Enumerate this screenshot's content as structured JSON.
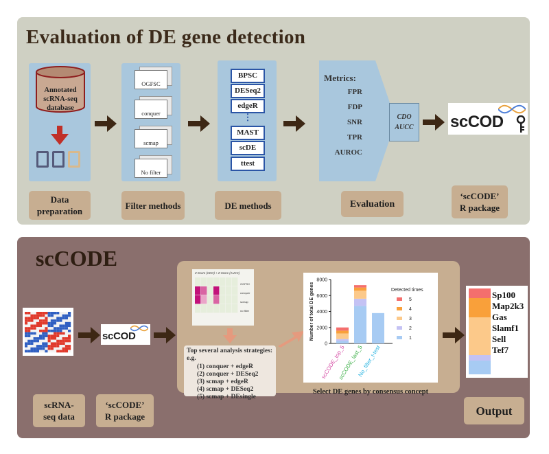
{
  "top_panel": {
    "title": "Evaluation of DE gene detection",
    "database_label": "Annotated scRNA-seq database",
    "filter_items": [
      "OGFSC",
      "conquer",
      "scmap",
      "No filter"
    ],
    "de_methods": [
      "BPSC",
      "DESeq2",
      "edgeR",
      "⋮",
      "MAST",
      "scDE",
      "ttest"
    ],
    "metrics_header": "Metrics:",
    "metrics": [
      "FPR",
      "FDP",
      "SNR",
      "TPR",
      "AUROC"
    ],
    "cdo_label": "CDO",
    "aucc_label": "AUCC",
    "logo_text": "scCOD",
    "stage_labels": {
      "data_preparation": "Data preparation",
      "filter_methods": "Filter methods",
      "de_methods": "DE methods",
      "evaluation": "Evaluation",
      "package": "‘scCODE’ R package"
    }
  },
  "bottom_panel": {
    "title": "scCODE",
    "logo_text": "scCOD",
    "heatmap_title": "Z-Score (CDO) + Z-Score (AUCC)",
    "heatmap_rows": [
      "OGFSC",
      "conquer",
      "scmap",
      "no filter"
    ],
    "strategies_header": "Top several analysis strategies:",
    "strategies_eg": "e.g.",
    "strategies": [
      "(1) conquer + edgeR",
      "(2) conquer + DESeq2",
      "(3) scmap + edgeR",
      "(4) scmap + DESeq2",
      "(5) scmap + DEsingle"
    ],
    "consensus_caption": "Select DE genes by consensus concept",
    "output_genes": [
      "Sp100",
      "Map2k3",
      "Gas",
      "Slamf1",
      "Sell",
      "Tef7"
    ],
    "stage_labels": {
      "scrna_data": "scRNA-seq data",
      "package": "‘scCODE’ R package",
      "output": "Output"
    }
  },
  "colors": {
    "top_panel_bg": "#cfd0c3",
    "bottom_panel_bg": "#8a6f6d",
    "blue_box": "#a9c7dd",
    "tan_label": "#c7ae91",
    "arrow": "#3d2714",
    "de_border": "#2b55a6",
    "detected_5": "#f46f6d",
    "detected_4": "#f9a03a",
    "detected_3": "#fcc98a",
    "detected_2": "#c4c2f4",
    "detected_1": "#a7cbf3"
  },
  "chart_data": {
    "type": "bar",
    "stacked": true,
    "ylabel": "Number of total DE genes",
    "ylim": [
      0,
      8000
    ],
    "yticks": [
      0,
      2000,
      4000,
      6000,
      8000
    ],
    "categories": [
      "scCODE_top_5",
      "scCODE_last_5",
      "No_filter_t-test"
    ],
    "category_colors": [
      "#d64fa6",
      "#3fb04a",
      "#27b3e0"
    ],
    "legend_title": "Detected times",
    "legend_position": "right",
    "series": [
      {
        "name": "1",
        "color": "#a7cbf3",
        "values": [
          300,
          4700,
          3800
        ]
      },
      {
        "name": "2",
        "color": "#c4c2f4",
        "values": [
          250,
          900,
          0
        ]
      },
      {
        "name": "3",
        "color": "#fcc98a",
        "values": [
          700,
          1000,
          0
        ]
      },
      {
        "name": "4",
        "color": "#f9a03a",
        "values": [
          350,
          400,
          0
        ]
      },
      {
        "name": "5",
        "color": "#f46f6d",
        "values": [
          400,
          300,
          0
        ]
      }
    ],
    "legend_order": [
      "5",
      "4",
      "3",
      "2",
      "1"
    ]
  }
}
